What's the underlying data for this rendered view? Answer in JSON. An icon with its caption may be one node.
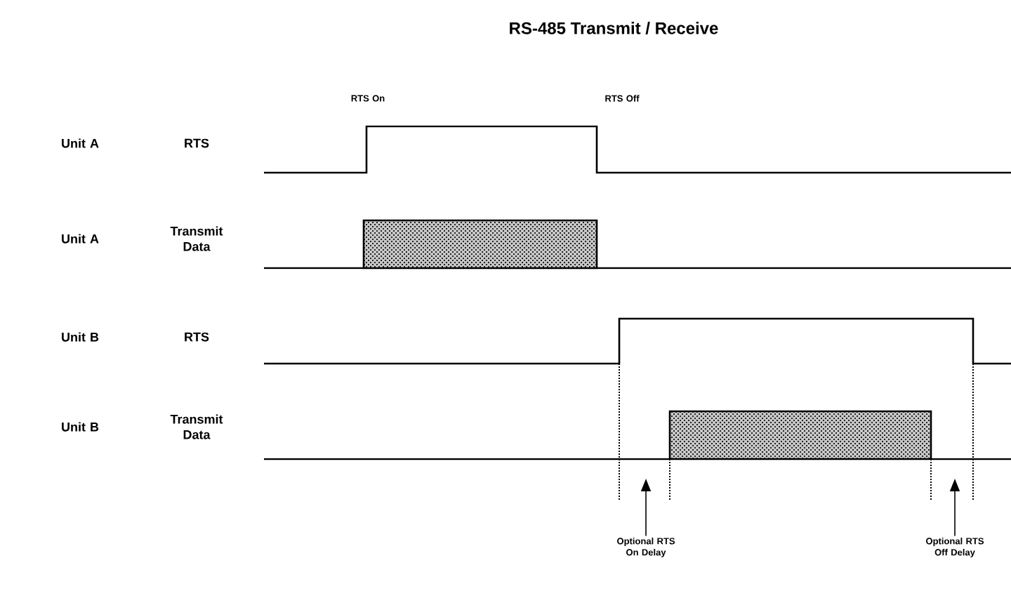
{
  "diagram": {
    "title": "RS-485 Transmit / Receive",
    "nodes": [
      {
        "text": [
          "Optional RTS On Delay"
        ]
      },
      {
        "text": [
          "Optional RTS Off Delay"
        ]
      }
    ],
    "edges": [
      {
        "from": 0,
        "to": null,
        "arrow": "to"
      },
      {
        "from": 1,
        "to": null,
        "arrow": "to"
      }
    ],
    "labels": [
      "RTS On",
      "RTS Off",
      "Unit A",
      "RTS",
      "Unit A",
      "Transmit Data",
      "Unit B",
      "RTS",
      "Unit B",
      "Transmit Data"
    ]
  }
}
